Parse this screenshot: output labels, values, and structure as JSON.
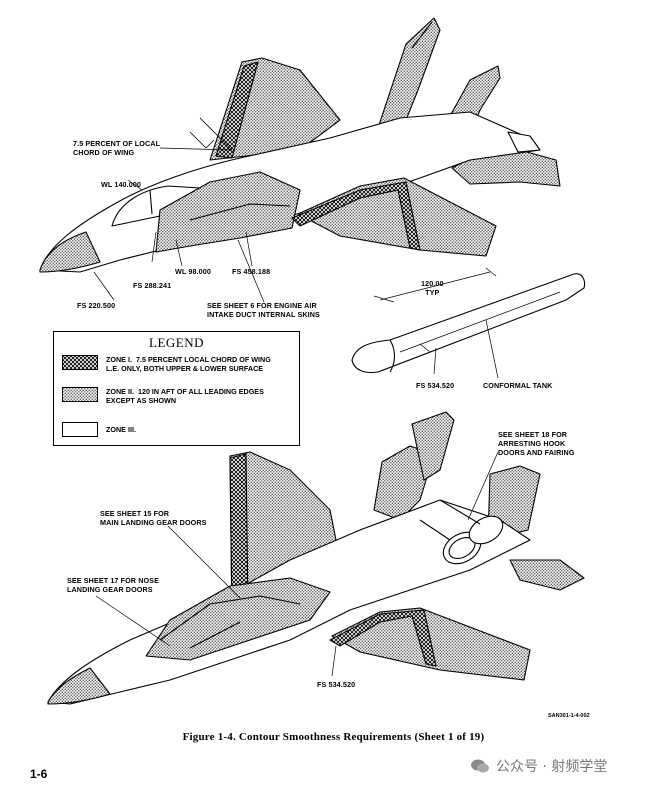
{
  "callouts": {
    "local_chord": "7.5 PERCENT OF LOCAL\nCHORD OF WING",
    "wl_140": "WL 140.000",
    "wl_98": "WL 98.000",
    "fs_288": "FS 288.241",
    "fs_220": "FS 220.500",
    "fs_458": "FS 458.188",
    "sheet6": "SEE SHEET 6 FOR ENGINE AIR\nINTAKE DUCT INTERNAL SKINS",
    "dim_120": "120.00\nTYP",
    "fs_534_top": "FS 534.520",
    "conformal_tank": "CONFORMAL TANK",
    "sheet18": "SEE SHEET 18 FOR\nARRESTING HOOK\nDOORS AND FAIRING",
    "sheet15": "SEE SHEET 15 FOR\nMAIN LANDING GEAR DOORS",
    "sheet17": "SEE SHEET 17 FOR NOSE\nLANDING GEAR DOORS",
    "fs_534_bottom": "FS 534.520",
    "drawing_code": "SAN301-1-4-002"
  },
  "legend": {
    "title": "LEGEND",
    "zones": [
      {
        "text": "ZONE I.  7.5 PERCENT LOCAL CHORD OF WING\nL.E. ONLY, BOTH UPPER & LOWER SURFACE",
        "pattern": "crosshatch"
      },
      {
        "text": "ZONE II.  120 IN AFT OF ALL LEADING EDGES\nEXCEPT AS SHOWN",
        "pattern": "stipple"
      },
      {
        "text": "ZONE III.",
        "pattern": "blank"
      }
    ]
  },
  "caption": "Figure 1-4. Contour Smoothness Requirements (Sheet 1 of 19)",
  "page_number": "1-6",
  "watermark": "公众号 · 射频学堂",
  "colors": {
    "ink": "#000000",
    "paper": "#ffffff",
    "stipple": "#9a9a9a",
    "watermark": "#777777"
  }
}
